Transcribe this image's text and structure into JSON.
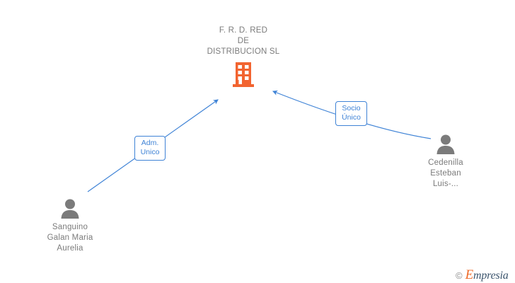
{
  "diagram": {
    "background_color": "#ffffff",
    "company": {
      "name": "F.  R. D. RED\nDE\nDISTRIBUCION SL",
      "icon": "building-icon",
      "icon_color": "#f26430",
      "text_color": "#7b7b7b"
    },
    "persons": [
      {
        "id": "person-left",
        "name": "Sanguino\nGalan Maria\nAurelia",
        "icon": "person-icon",
        "icon_color": "#7b7b7b",
        "text_color": "#7b7b7b"
      },
      {
        "id": "person-right",
        "name": "Cedenilla\nEsteban\nLuis-...",
        "icon": "person-icon",
        "icon_color": "#7b7b7b",
        "text_color": "#7b7b7b"
      }
    ],
    "relations": [
      {
        "id": "relation-adm-unico",
        "label": "Adm.\nUnico",
        "from": "person-left",
        "to": "company",
        "color": "#3f83d6"
      },
      {
        "id": "relation-socio-unico",
        "label": "Socio\nÚnico",
        "from": "person-right",
        "to": "company",
        "color": "#3f83d6"
      }
    ],
    "accent_color": "#3f83d6"
  },
  "watermark": {
    "copyright": "©",
    "brand_initial": "E",
    "brand_rest": "mpresia",
    "brand_color": "#3d566e",
    "initial_color": "#ef6c2a"
  }
}
